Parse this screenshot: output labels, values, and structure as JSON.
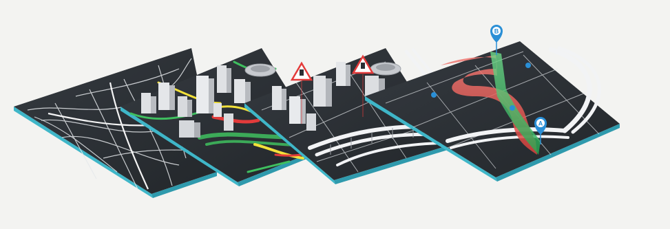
{
  "colors": {
    "background": "#f3f3f1",
    "tile_top": "#2a2e33",
    "tile_edge": "#3fb6c8",
    "road": "#e6e9ec",
    "building": "#cfd2d6",
    "traffic_green": "#3fbf5f",
    "traffic_yellow": "#f2e13a",
    "traffic_red": "#e23b3b",
    "route_red": "#ee5a55",
    "route_green": "#2fbf61",
    "pin_blue": "#2a8fd6",
    "warning_red": "#e33a3a"
  },
  "tiles": [
    {
      "name": "base-roads-layer"
    },
    {
      "name": "buildings-traffic-layer"
    },
    {
      "name": "buildings-elevated-roads-layer"
    },
    {
      "name": "routing-layer"
    }
  ],
  "markers": {
    "pin_a": "A",
    "pin_b": "B",
    "warning_icon": "roadworks-warning-icon"
  }
}
